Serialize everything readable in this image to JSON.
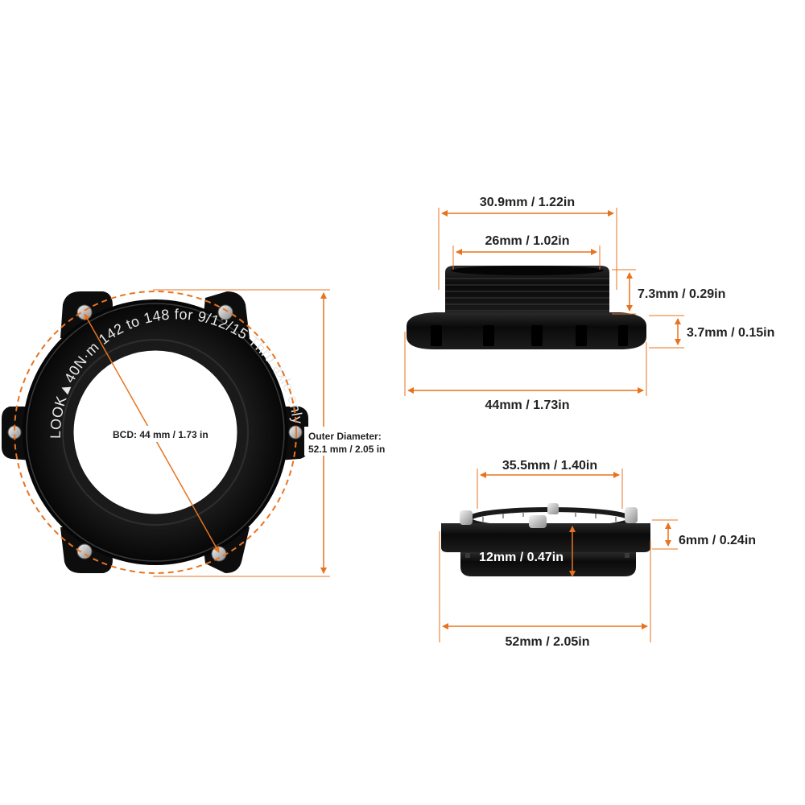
{
  "colors": {
    "accent": "#e8731f",
    "metal": "#0d0d0d",
    "text": "#222222",
    "background": "#ffffff"
  },
  "left_view": {
    "engraving": "LOOK▲40N·m 142 to 148 for 9/12/15 Thru axle only",
    "bcd_label": "BCD: 44 mm / 1.73 in",
    "outer_diameter_label_line1": "Outer Diameter:",
    "outer_diameter_label_line2": "52.1 mm / 2.05 in"
  },
  "lockring_view": {
    "thread_width": "30.9mm / 1.22in",
    "inner_width": "26mm / 1.02in",
    "thread_height": "7.3mm / 0.29in",
    "flange_height": "3.7mm / 0.15in",
    "flange_width": "44mm / 1.73in"
  },
  "adapter_view": {
    "top_width": "35.5mm / 1.40in",
    "body_height": "12mm / 0.47in",
    "flange_height": "6mm / 0.24in",
    "outer_width": "52mm / 2.05in"
  }
}
